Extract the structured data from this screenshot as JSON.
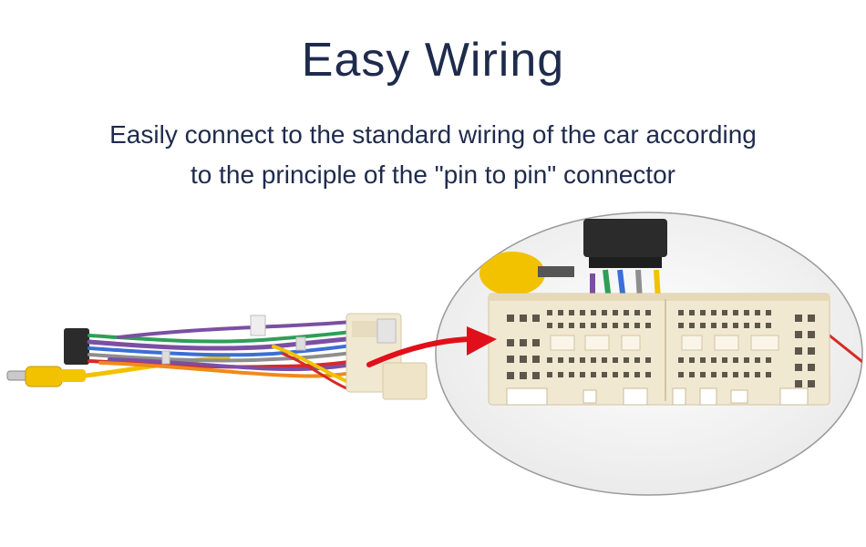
{
  "heading": {
    "title": "Easy Wiring",
    "subtitle_line1": "Easily connect to the standard wiring of the car according",
    "subtitle_line2": "to the principle of the \"pin to pin\" connector"
  },
  "colors": {
    "text": "#1f2b4d",
    "arrow": "#e0101b",
    "connector": "#f1e8d2",
    "rca_yellow": "#f2c200",
    "wire_purple": "#7b4fa3",
    "wire_green": "#2f9e58",
    "wire_blue": "#3a6fd6",
    "wire_orange": "#f08a1a",
    "wire_red": "#d62a2a",
    "wire_gray": "#8e8e8e"
  }
}
